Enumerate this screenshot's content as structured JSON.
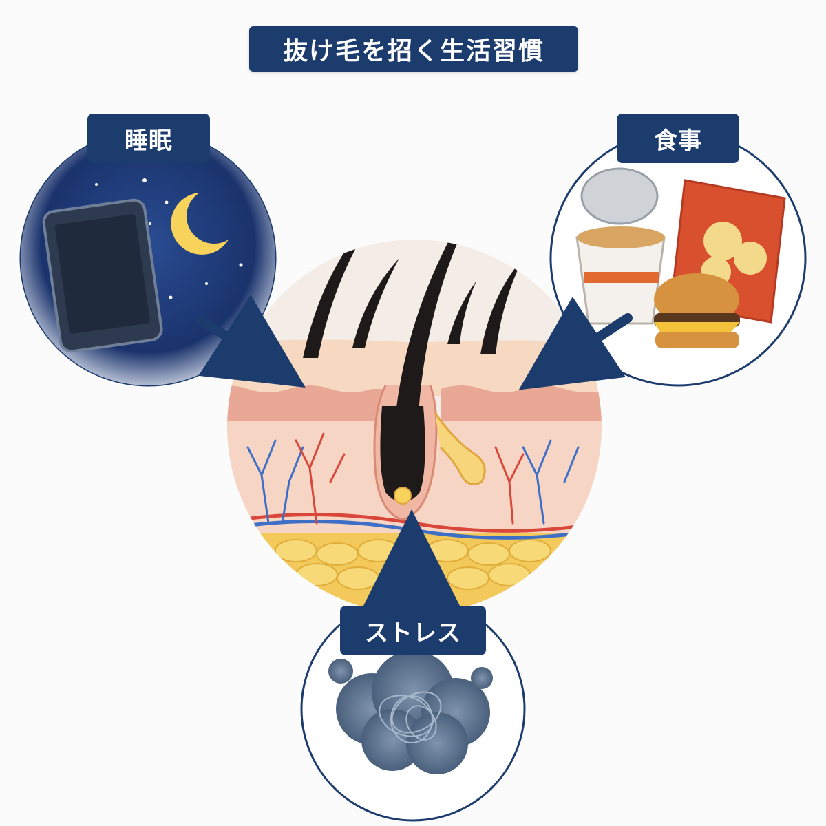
{
  "title": "抜け毛を招く生活習慣",
  "factors": {
    "sleep": {
      "label": "睡眠",
      "icon": "smartphone-moon-icon"
    },
    "food": {
      "label": "食事",
      "icon": "junk-food-icon"
    },
    "stress": {
      "label": "ストレス",
      "icon": "stress-cloud-icon"
    }
  },
  "center": {
    "icon": "hair-follicle-cross-section"
  },
  "colors": {
    "navy": "#1d3c6e",
    "skin": "#f6d9c0",
    "dermis": "#e9a795",
    "fat": "#f2c95a",
    "hair": "#1e1a1a",
    "night": "#1e3b7a",
    "moon": "#f7d35c"
  }
}
